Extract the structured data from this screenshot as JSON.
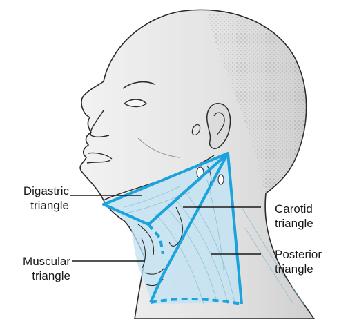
{
  "figure": {
    "labels": {
      "digastric": [
        "Digastric",
        "triangle"
      ],
      "muscular": [
        "Muscular",
        "triangle"
      ],
      "carotid": [
        "Carotid",
        "triangle"
      ],
      "posterior": [
        "Posterior",
        "triangle"
      ]
    },
    "colors": {
      "outline_blue": "#1ba3dd",
      "region_fill": "#bfe3f3",
      "skin": "#e9e9e9",
      "shadow": "#bdbdbd",
      "ink": "#2b2b2b"
    }
  }
}
